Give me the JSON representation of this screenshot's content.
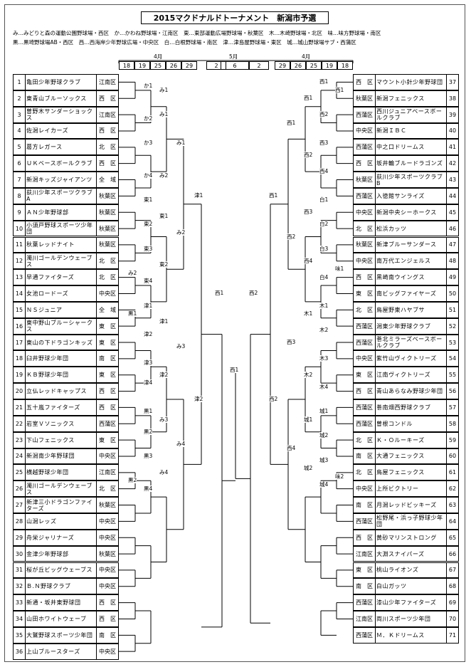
{
  "title": "2015マクドナルドトーナメント　新潟市予選",
  "legend": [
    "み…みどりと森の運動公園野球場・西区　か…かわね野球場・江南区　東…東部運動広場野球場・秋葉区　木…木崎野球場・北区　味…味方野球場・南区",
    "黒…黒埼野球場AB・西区　西…西海岸少年野球広場・中央区　白…白根野球場・南区　津…津島屋野球場・東区　城…城山野球場サブ・西蒲区"
  ],
  "dates": {
    "months": [
      "4月",
      "5月",
      "4月"
    ],
    "days": [
      "18",
      "19",
      "25",
      "26",
      "29",
      "2",
      "6",
      "2",
      "29",
      "26",
      "25",
      "19",
      "18"
    ]
  },
  "left_teams": [
    {
      "no": "1",
      "name": "亀田少年野球クラブ",
      "area": "江南区"
    },
    {
      "no": "2",
      "name": "東青山ブルーソックス",
      "area": "西　区"
    },
    {
      "no": "3",
      "name": "曽野木サンダーショックス",
      "area": "江南区"
    },
    {
      "no": "4",
      "name": "佐潟レイカーズ",
      "area": "西　区"
    },
    {
      "no": "5",
      "name": "葛方レガース",
      "area": "北　区"
    },
    {
      "no": "6",
      "name": "ＵＫベースボールクラブ",
      "area": "西　区"
    },
    {
      "no": "7",
      "name": "新潟キッズジャイアンツ",
      "area": "全　域"
    },
    {
      "no": "8",
      "name": "荻川少年スポーツクラブA",
      "area": "秋葉区"
    },
    {
      "no": "9",
      "name": "ＡＮ少年野球部",
      "area": "秋葉区"
    },
    {
      "no": "10",
      "name": "小須戸野球スポーツ少年団",
      "area": "秋葉区"
    },
    {
      "no": "11",
      "name": "秋葉レッドナイト",
      "area": "秋葉区"
    },
    {
      "no": "12",
      "name": "濁川ゴールデンウェーブス",
      "area": "北　区"
    },
    {
      "no": "13",
      "name": "早通ファイターズ",
      "area": "北　区"
    },
    {
      "no": "14",
      "name": "女池ロードーズ",
      "area": "中央区"
    },
    {
      "no": "15",
      "name": "ＮＳジュニア",
      "area": "全　域"
    },
    {
      "no": "16",
      "name": "東中野山ブルーシャークス",
      "area": "東　区"
    },
    {
      "no": "17",
      "name": "東山の下ドラゴンキッズ",
      "area": "東　区"
    },
    {
      "no": "18",
      "name": "臼井野球少年団",
      "area": "南　区"
    },
    {
      "no": "19",
      "name": "ＫＢ野球少年団",
      "area": "東　区"
    },
    {
      "no": "20",
      "name": "立仏レッドキャップス",
      "area": "西　区"
    },
    {
      "no": "21",
      "name": "五十嵐ファイターズ",
      "area": "西　区"
    },
    {
      "no": "22",
      "name": "岩室Ｖソニックス",
      "area": "西蒲区"
    },
    {
      "no": "23",
      "name": "下山フェニックス",
      "area": "東　区"
    },
    {
      "no": "24",
      "name": "新潟南少年野球団",
      "area": "中央区"
    },
    {
      "no": "25",
      "name": "横越野球少年団",
      "area": "江南区"
    },
    {
      "no": "26",
      "name": "濁川ゴールデンウェーブス",
      "area": "北　区"
    },
    {
      "no": "27",
      "name": "新津三小ドラゴンファイターズ",
      "area": "秋葉区"
    },
    {
      "no": "28",
      "name": "山潟レッズ",
      "area": "中央区"
    },
    {
      "no": "29",
      "name": "舟栄ジャリナーズ",
      "area": "中央区"
    },
    {
      "no": "30",
      "name": "金津少年野球部",
      "area": "秋葉区"
    },
    {
      "no": "31",
      "name": "桜が丘ビッグウェーブス",
      "area": "中央区"
    },
    {
      "no": "32",
      "name": "Ｂ.Ｎ野球クラブ",
      "area": "中央区"
    },
    {
      "no": "33",
      "name": "新通・坂井東野球団",
      "area": "西　区"
    },
    {
      "no": "34",
      "name": "山田ホワイトウェーブ",
      "area": "西　区"
    },
    {
      "no": "35",
      "name": "大鷲野球スポーツ少年団",
      "area": "南　区"
    },
    {
      "no": "36",
      "name": "上山ブルースターズ",
      "area": "中央区"
    }
  ],
  "right_teams": [
    {
      "no": "37",
      "name": "マウント小針少年野球団",
      "area": "西　区"
    },
    {
      "no": "38",
      "name": "新潟フェニックス",
      "area": "秋葉区"
    },
    {
      "no": "39",
      "name": "西川ジュニアベースボールクラブ",
      "area": "西蒲区"
    },
    {
      "no": "40",
      "name": "新潟ＩＢＣ",
      "area": "中央区"
    },
    {
      "no": "41",
      "name": "中之口ドリームス",
      "area": "西蒲区"
    },
    {
      "no": "42",
      "name": "坂井輪ブルードラゴンズ",
      "area": "西　区"
    },
    {
      "no": "43",
      "name": "荻川少年スポーツクラブB",
      "area": "秋葉区"
    },
    {
      "no": "44",
      "name": "入徳館サンライズ",
      "area": "西蒲区"
    },
    {
      "no": "45",
      "name": "新潟中央シーホークス",
      "area": "中央区"
    },
    {
      "no": "46",
      "name": "松浜カッツ",
      "area": "北　区"
    },
    {
      "no": "47",
      "name": "新津ブルーサンダース",
      "area": "秋葉区"
    },
    {
      "no": "48",
      "name": "南万代エンジェルス",
      "area": "中央区"
    },
    {
      "no": "49",
      "name": "黒崎南ウイングス",
      "area": "西　区"
    },
    {
      "no": "50",
      "name": "南ビッグファイヤーズ",
      "area": "東　区"
    },
    {
      "no": "51",
      "name": "鳥屋野東ハヤブサ",
      "area": "北　区"
    },
    {
      "no": "52",
      "name": "潟東少年野球クラブ",
      "area": "西蒲区"
    },
    {
      "no": "53",
      "name": "巻北ミラーズベースボールクラブ",
      "area": "西蒲区"
    },
    {
      "no": "54",
      "name": "紫竹山ヴィクトリーズ",
      "area": "中央区"
    },
    {
      "no": "55",
      "name": "江南ヴィクトリーズ",
      "area": "東　区"
    },
    {
      "no": "56",
      "name": "青山あらなみ野球少年団",
      "area": "西　区"
    },
    {
      "no": "57",
      "name": "巻南畑西野球クラブ",
      "area": "西蒲区"
    },
    {
      "no": "58",
      "name": "曽根コンドル",
      "area": "西蒲区"
    },
    {
      "no": "59",
      "name": "Ｋ・Ｏルーキーズ",
      "area": "北　区"
    },
    {
      "no": "60",
      "name": "大通フェニックス",
      "area": "南　区"
    },
    {
      "no": "61",
      "name": "鳥屋フェニックス",
      "area": "北　区"
    },
    {
      "no": "62",
      "name": "上所ビクトリー",
      "area": "中央区"
    },
    {
      "no": "63",
      "name": "月潟レッドビッキーズ",
      "area": "南　区"
    },
    {
      "no": "64",
      "name": "松野尾・浜っ子野球少年団",
      "area": "西蒲区"
    },
    {
      "no": "65",
      "name": "黄砂マリンストロング",
      "area": "西　区"
    },
    {
      "no": "66",
      "name": "大淵スナイパーズ",
      "area": "江南区"
    },
    {
      "no": "67",
      "name": "桃山ライオンズ",
      "area": "東　区"
    },
    {
      "no": "68",
      "name": "白山ガッツ",
      "area": "南　区"
    },
    {
      "no": "69",
      "name": "漆山少年ファイターズ",
      "area": "西蒲区"
    },
    {
      "no": "70",
      "name": "両川スポーツ少年団",
      "area": "江南区"
    },
    {
      "no": "71",
      "name": "Ｍ．Ｋドリームス",
      "area": "西蒲区"
    }
  ],
  "venue_labels": {
    "left": [
      {
        "text": "か1",
        "r": 1.5,
        "d": 2
      },
      {
        "text": "み1",
        "r": 2,
        "d": 3
      },
      {
        "text": "み1",
        "r": 5,
        "d": 3
      },
      {
        "text": "か2",
        "r": 5.5,
        "d": 2
      },
      {
        "text": "か3",
        "r": 8.5,
        "d": 2
      },
      {
        "text": "か4",
        "r": 12.5,
        "d": 2
      },
      {
        "text": "み1",
        "r": 8.5,
        "d": 4
      },
      {
        "text": "み2",
        "r": 12.5,
        "d": 3
      },
      {
        "text": "東1",
        "r": 15.5,
        "d": 2
      },
      {
        "text": "東1",
        "r": 17.5,
        "d": 3
      },
      {
        "text": "東2",
        "r": 18.5,
        "d": 2
      },
      {
        "text": "東3",
        "r": 21.5,
        "d": 2
      },
      {
        "text": "東2",
        "r": 23.5,
        "d": 3
      },
      {
        "text": "み2",
        "r": 24.5,
        "d": 1
      },
      {
        "text": "東4",
        "r": 25.5,
        "d": 2
      },
      {
        "text": "み2",
        "r": 19.5,
        "d": 4
      },
      {
        "text": "津1",
        "r": 15,
        "d": 5
      },
      {
        "text": "津1",
        "r": 28.5,
        "d": 2
      },
      {
        "text": "黒1",
        "r": 29.5,
        "d": 1
      },
      {
        "text": "津1",
        "r": 30.5,
        "d": 3
      },
      {
        "text": "津2",
        "r": 32,
        "d": 2
      },
      {
        "text": "津3",
        "r": 35.5,
        "d": 2
      },
      {
        "text": "津2",
        "r": 37,
        "d": 3
      },
      {
        "text": "津4",
        "r": 38,
        "d": 2
      },
      {
        "text": "み3",
        "r": 33.5,
        "d": 4
      },
      {
        "text": "黒1",
        "r": 41.5,
        "d": 2
      },
      {
        "text": "み3",
        "r": 42.5,
        "d": 3
      },
      {
        "text": "黒2",
        "r": 44,
        "d": 2
      },
      {
        "text": "黒3",
        "r": 47,
        "d": 2
      },
      {
        "text": "み4",
        "r": 49,
        "d": 3
      },
      {
        "text": "黒2",
        "r": 50,
        "d": 1
      },
      {
        "text": "黒4",
        "r": 51,
        "d": 2
      },
      {
        "text": "み4",
        "r": 45.5,
        "d": 4
      },
      {
        "text": "津2",
        "r": 40,
        "d": 5
      },
      {
        "text": "西1",
        "r": 27,
        "d": 6
      }
    ],
    "right": [
      {
        "text": "西1",
        "r": 1,
        "d": 2
      },
      {
        "text": "西1",
        "r": 2,
        "d": 1
      },
      {
        "text": "西1",
        "r": 3,
        "d": 3
      },
      {
        "text": "西2",
        "r": 5,
        "d": 2
      },
      {
        "text": "西3",
        "r": 8.5,
        "d": 2
      },
      {
        "text": "西2",
        "r": 10,
        "d": 3
      },
      {
        "text": "西4",
        "r": 12,
        "d": 2
      },
      {
        "text": "西1",
        "r": 6,
        "d": 4
      },
      {
        "text": "西1",
        "r": 15,
        "d": 5
      },
      {
        "text": "白1",
        "r": 15.5,
        "d": 2
      },
      {
        "text": "西3",
        "r": 17,
        "d": 3
      },
      {
        "text": "白2",
        "r": 18.5,
        "d": 2
      },
      {
        "text": "白3",
        "r": 21.5,
        "d": 2
      },
      {
        "text": "西4",
        "r": 23,
        "d": 3
      },
      {
        "text": "味1",
        "r": 24,
        "d": 1
      },
      {
        "text": "白4",
        "r": 25,
        "d": 2
      },
      {
        "text": "西2",
        "r": 20,
        "d": 4
      },
      {
        "text": "木1",
        "r": 28.5,
        "d": 2
      },
      {
        "text": "木1",
        "r": 29.5,
        "d": 3
      },
      {
        "text": "木2",
        "r": 31.5,
        "d": 2
      },
      {
        "text": "木3",
        "r": 35,
        "d": 2
      },
      {
        "text": "木2",
        "r": 37,
        "d": 3
      },
      {
        "text": "木4",
        "r": 38.5,
        "d": 2
      },
      {
        "text": "西3",
        "r": 33,
        "d": 4
      },
      {
        "text": "西2",
        "r": 40,
        "d": 5
      },
      {
        "text": "城1",
        "r": 41.5,
        "d": 2
      },
      {
        "text": "城1",
        "r": 42.5,
        "d": 3
      },
      {
        "text": "城2",
        "r": 44.5,
        "d": 2
      },
      {
        "text": "城3",
        "r": 47.5,
        "d": 2
      },
      {
        "text": "城2",
        "r": 48.5,
        "d": 3
      },
      {
        "text": "味2",
        "r": 49.5,
        "d": 1
      },
      {
        "text": "城4",
        "r": 50.5,
        "d": 2
      },
      {
        "text": "西4",
        "r": 46,
        "d": 4
      },
      {
        "text": "西2",
        "r": 27,
        "d": 6
      }
    ],
    "center": "西1"
  }
}
